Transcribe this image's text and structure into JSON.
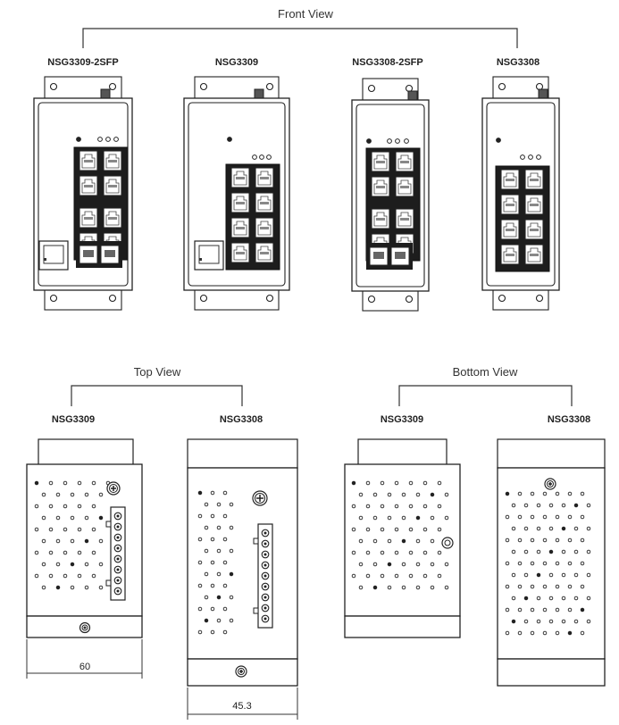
{
  "front_view": {
    "title": "Front View",
    "models": [
      "NSG3309-2SFP",
      "NSG3309",
      "NSG3308-2SFP",
      "NSG3308"
    ]
  },
  "top_view": {
    "title": "Top View",
    "models": [
      "NSG3309",
      "NSG3308"
    ]
  },
  "bottom_view": {
    "title": "Bottom View",
    "models": [
      "NSG3309",
      "NSG3308"
    ]
  },
  "dimensions": {
    "width_nsg3309": "60",
    "width_nsg3308": "45.3"
  }
}
